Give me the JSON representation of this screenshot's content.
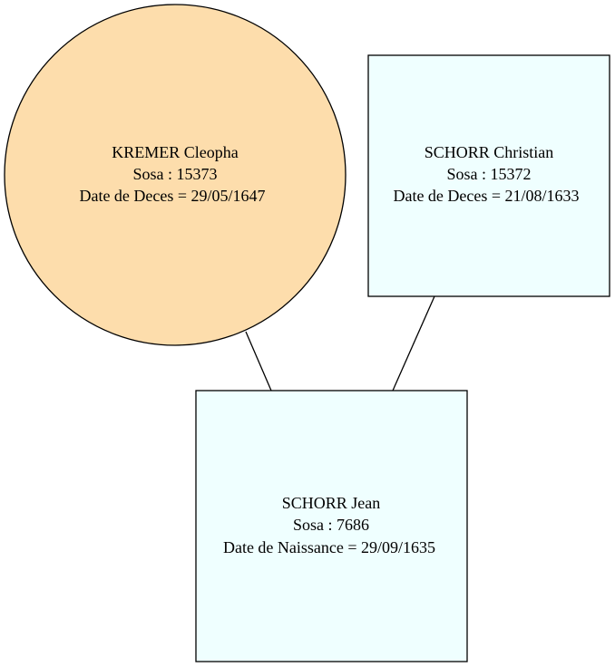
{
  "colors": {
    "female_fill": "#FDDDAC",
    "male_fill": "#EFFFFF",
    "stroke": "#000000",
    "background": "#FFFFFF"
  },
  "nodes": {
    "kremer": {
      "shape": "circle",
      "name": "KREMER Cleopha",
      "sosa": "Sosa : 15373",
      "event": "Date de Deces = 29/05/1647"
    },
    "christian": {
      "shape": "box",
      "name": "SCHORR Christian",
      "sosa": "Sosa : 15372",
      "event": "Date de Deces = 21/08/1633"
    },
    "jean": {
      "shape": "box",
      "name": "SCHORR Jean",
      "sosa": "Sosa : 7686",
      "event": "Date de Naissance = 29/09/1635"
    }
  },
  "edges": [
    {
      "from": "kremer",
      "to": "jean"
    },
    {
      "from": "christian",
      "to": "jean"
    }
  ]
}
